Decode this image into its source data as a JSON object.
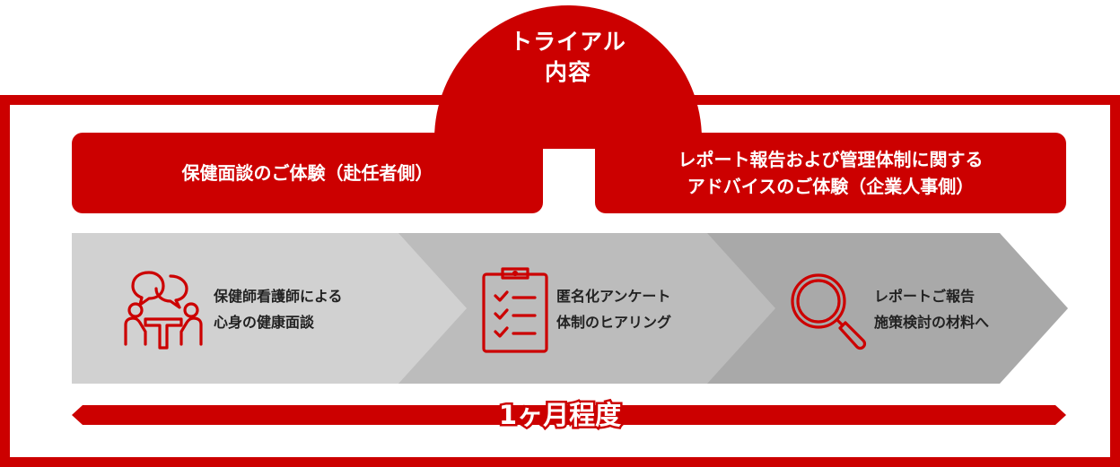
{
  "colors": {
    "accent": "#cc0000",
    "step1_bg": "#d1d1d1",
    "step2_bg": "#bcbcbc",
    "step3_bg": "#a9a9a9"
  },
  "header": {
    "title_line1": "トライアル",
    "title_line2": "内容"
  },
  "cards": [
    {
      "lines": [
        "保健面談のご体験（赴任者側）"
      ]
    },
    {
      "lines": [
        "レポート報告および管理体制に関する",
        "アドバイスのご体験（企業人事側）"
      ]
    }
  ],
  "steps": [
    {
      "icon": "people-chat-icon",
      "lines": [
        "保健師看護師による",
        "心身の健康面談"
      ]
    },
    {
      "icon": "clipboard-checklist-icon",
      "lines": [
        "匿名化アンケート",
        "体制のヒアリング"
      ]
    },
    {
      "icon": "magnifier-icon",
      "lines": [
        "レポートご報告",
        "施策検討の材料へ"
      ]
    }
  ],
  "timeline": {
    "label": "1ヶ月程度"
  }
}
